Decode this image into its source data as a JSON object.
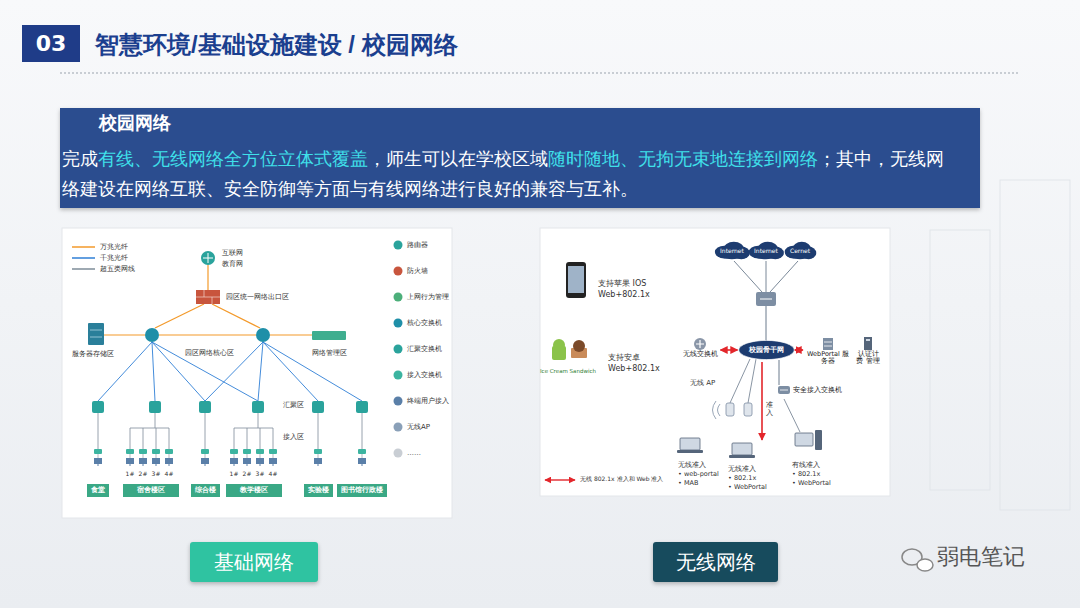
{
  "diagram": {
    "title": "智慧环境/基础设施建设 / 校园网络",
    "nodes": [
      {
        "text": [
          "校园网络",
          "完成",
          "有线、无线网络全方位立体式覆盖",
          "，师生可以在学校区域",
          "随时随地、无拘无束地连接到网络",
          "；其中，无线网络建设在网络互联、安全防御等方面与有线网络进行良好的兼容与互补。"
        ]
      },
      {
        "text": [
          "食堂"
        ]
      },
      {
        "text": [
          "宿舍楼区"
        ]
      },
      {
        "text": [
          "综合楼"
        ]
      },
      {
        "text": [
          "教学楼区"
        ]
      },
      {
        "text": [
          "实验楼"
        ]
      },
      {
        "text": [
          "图书馆行政楼"
        ]
      },
      {
        "text": [
          "Internet"
        ]
      },
      {
        "text": [
          "Internet"
        ]
      },
      {
        "text": [
          "Cernet"
        ]
      },
      {
        "text": [
          "校园骨干网"
        ]
      },
      {
        "text": [
          "无线交换机"
        ]
      },
      {
        "text": [
          "WebPortal 服务器"
        ]
      },
      {
        "text": [
          "认证计费 管理"
        ]
      },
      {
        "text": [
          "安全接入交换机"
        ]
      },
      {
        "text": [
          "基础网络"
        ]
      },
      {
        "text": [
          "无线网络"
        ]
      }
    ],
    "edges": [
      {
        "from": 10,
        "to": 11,
        "arrow": "both"
      },
      {
        "from": 10,
        "to": 12,
        "arrow": "both"
      },
      {
        "from": 10,
        "to": 14,
        "arrow": "none"
      }
    ],
    "labels": [
      "03",
      "互联网",
      "教育网",
      "园区统一网络出口区",
      "服务器存储区",
      "园区网络核心区",
      "网络管理区",
      "汇聚区",
      "接入区",
      "1#",
      "2#",
      "3#",
      "4#",
      "1#",
      "2#",
      "3#",
      "4#",
      "支持苹果 IOS",
      "Web+802.1x",
      "Ice Cream Sandwich",
      "支持安卓",
      "Web+802.1x",
      "无线 AP",
      "准入",
      "无线准入",
      "• web-portal",
      "• MAB",
      "无线准入",
      "• 802.1x",
      "• WebPortal",
      "有线准入",
      "• 802.1x",
      "• WebPortal",
      "弱电笔记"
    ],
    "legend": [
      {
        "text": "万兆光纤"
      },
      {
        "text": "千兆光纤"
      },
      {
        "text": "超五类网线"
      },
      {
        "text": "路由器"
      },
      {
        "text": "防火墙"
      },
      {
        "text": "上网行为管理"
      },
      {
        "text": "核心交换机"
      },
      {
        "text": "汇聚交换机"
      },
      {
        "text": "接入交换机"
      },
      {
        "text": "终端用户接入"
      },
      {
        "text": "无线AP"
      },
      {
        "text": "……"
      },
      {
        "text": "无线 802.1x 准入和 Web 准入"
      }
    ]
  }
}
